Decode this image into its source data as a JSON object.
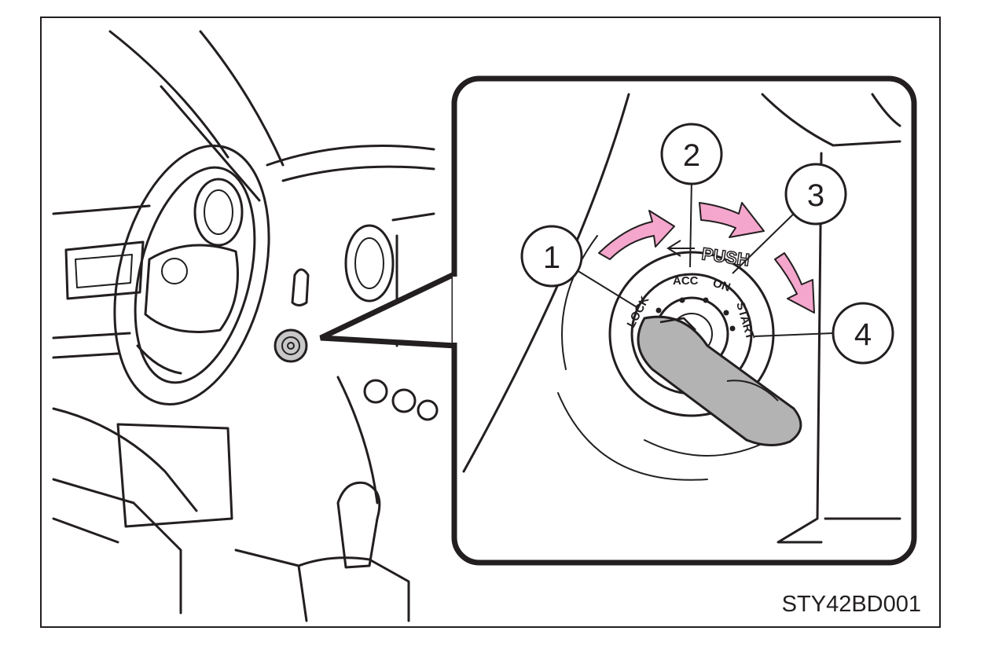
{
  "figure_code": "STY42BD001",
  "callouts": [
    {
      "number": "1",
      "position_label": "LOCK"
    },
    {
      "number": "2",
      "position_label": "ACC"
    },
    {
      "number": "3",
      "position_label": "ON"
    },
    {
      "number": "4",
      "position_label": "START"
    }
  ],
  "push_label": "PUSH",
  "colors": {
    "line": "#231f20",
    "arrow_fill": "#f4a6cc",
    "key_fill": "#b3b3b3",
    "background": "#ffffff"
  }
}
